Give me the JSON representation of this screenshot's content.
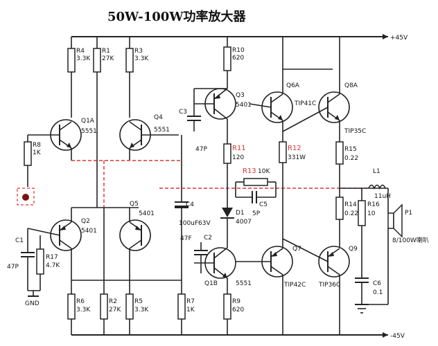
{
  "title": "50W-100W功率放大器",
  "rails": {
    "pos": "+45V",
    "neg": "-45V"
  },
  "transistors": {
    "q1a": {
      "name": "Q1A",
      "part": "5551"
    },
    "q4": {
      "name": "Q4",
      "part": "5551"
    },
    "q2": {
      "name": "Q2",
      "part": "5401"
    },
    "q5": {
      "name": "Q5",
      "part": "5401"
    },
    "q3": {
      "name": "Q3",
      "part": "5401"
    },
    "q6a": {
      "name": "Q6A",
      "part": "TIP41C"
    },
    "q8a": {
      "name": "Q8A",
      "part": "TIP35C"
    },
    "q1b": {
      "name": "Q1B",
      "part": "5551"
    },
    "q7": {
      "name": "Q7",
      "part": "TIP42C"
    },
    "q9": {
      "name": "Q9",
      "part": "TIP36C"
    }
  },
  "resistors": {
    "r4": {
      "name": "R4",
      "value": "3.3K"
    },
    "r1": {
      "name": "R1",
      "value": "27K"
    },
    "r3": {
      "name": "R3",
      "value": "3.3K"
    },
    "r10": {
      "name": "R10",
      "value": "620"
    },
    "r8": {
      "name": "R8",
      "value": "1K"
    },
    "r11": {
      "name": "R11",
      "value": "120"
    },
    "r12": {
      "name": "R12",
      "value": "331W"
    },
    "r15": {
      "name": "R15",
      "value": "0.22"
    },
    "r13": {
      "name": "R13",
      "value": "10K"
    },
    "r14": {
      "name": "R14",
      "value": "0.22"
    },
    "r16": {
      "name": "R16",
      "value": "10"
    },
    "r17": {
      "name": "R17",
      "value": "4.7K"
    },
    "r6": {
      "name": "R6",
      "value": "3.3K"
    },
    "r2": {
      "name": "R2",
      "value": "27K"
    },
    "r5": {
      "name": "R5",
      "value": "3.3K"
    },
    "r7": {
      "name": "R7",
      "value": "1K"
    },
    "r9": {
      "name": "R9",
      "value": "620"
    }
  },
  "capacitors": {
    "c3": {
      "name": "C3",
      "value": "47P"
    },
    "c4": {
      "name": "C4",
      "value": "100uF63V"
    },
    "c5": {
      "name": "C5",
      "value": "5P"
    },
    "c1": {
      "name": "C1",
      "value": "47P"
    },
    "c2": {
      "name": "C2",
      "value": "47F"
    },
    "c6": {
      "name": "C6",
      "value": "0.1"
    }
  },
  "others": {
    "d1": {
      "name": "D1",
      "part": "4007"
    },
    "l1": {
      "name": "L1",
      "value": "11uH"
    },
    "p1": {
      "name": "P1",
      "value": "8/100W喇叭"
    },
    "gnd": "GND"
  }
}
